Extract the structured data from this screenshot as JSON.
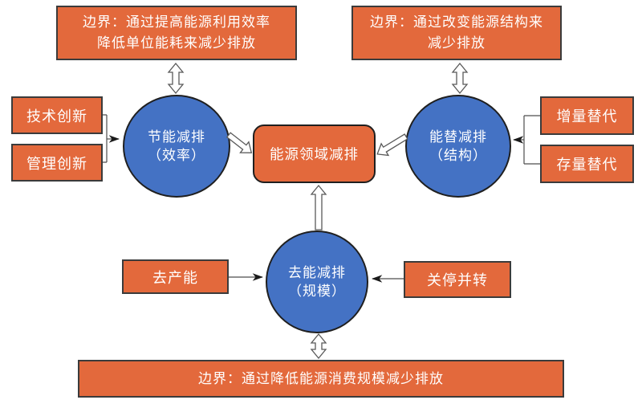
{
  "figure": {
    "boundary_top_left": {
      "line1": "边界：通过提高能源利用效率",
      "line2": "降低单位能耗来减少排放"
    },
    "boundary_top_right": {
      "line1": "边界：通过改变能源结构来",
      "line2": "减少排放"
    },
    "boundary_bottom": {
      "label": "边界：通过降低能源消费规模减少排放"
    },
    "center_node": {
      "label": "能源领域减排"
    },
    "circle_left": {
      "line1": "节能减排",
      "line2": "（效率）"
    },
    "circle_right": {
      "line1": "能替减排",
      "line2": "（结构）"
    },
    "circle_bottom": {
      "line1": "去能减排",
      "line2": "（规模）"
    },
    "input_tech": {
      "label": "技术创新"
    },
    "input_mgmt": {
      "label": "管理创新"
    },
    "input_incremental": {
      "label": "增量替代"
    },
    "input_stock": {
      "label": "存量替代"
    },
    "input_decapacity": {
      "label": "去产能"
    },
    "input_shutdown": {
      "label": "关停并转"
    },
    "colors": {
      "node_orange": "#E3693C",
      "node_blue": "#4472C4",
      "node_border": "#1F1F1F",
      "box_border": "#3B3B3B",
      "connector": "#4D4D4D",
      "hollow_arrow_fill": "#FFFFFF",
      "hollow_arrow_outline": "#595959",
      "text": "#FFFFFF"
    }
  }
}
